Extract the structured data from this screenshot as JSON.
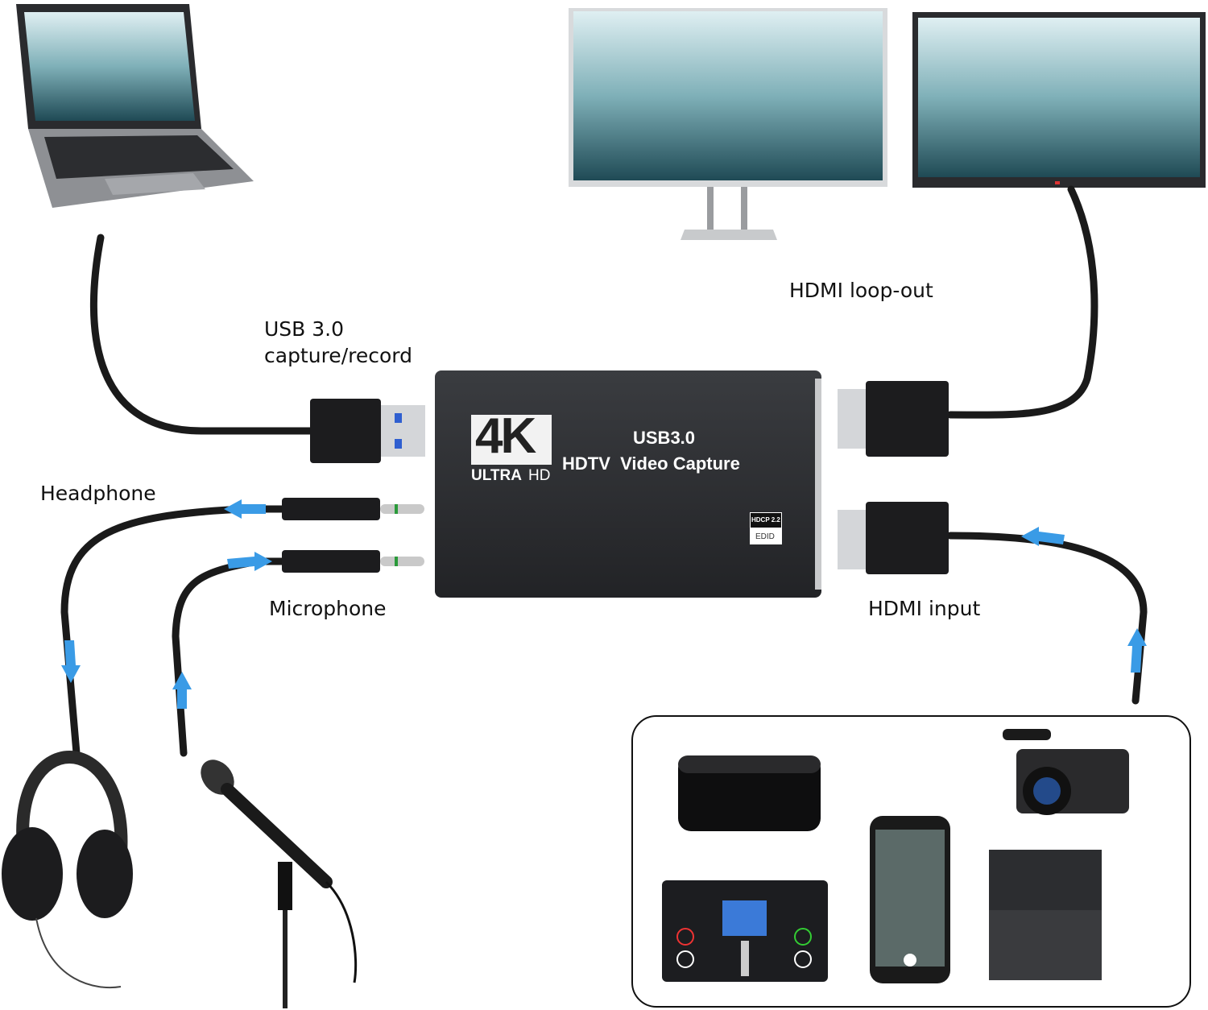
{
  "labels": {
    "usb_line1": "USB 3.0",
    "usb_line2": "capture/record",
    "hdmi_loop_out": "HDMI loop-out",
    "headphone": "Headphone",
    "microphone": "Microphone",
    "hdmi_input": "HDMI input"
  },
  "device": {
    "logo_4k": "4K",
    "logo_ultra": "ULTRA",
    "logo_hd": "HD",
    "line1": "USB3.0",
    "line2": "HDTV  Video Capture",
    "badge_top": "HDCP 2.2",
    "badge_bottom": "EDID"
  },
  "colors": {
    "arrow": "#3a9be6",
    "cable": "#1a1a1a",
    "device": "#2b2d31"
  }
}
